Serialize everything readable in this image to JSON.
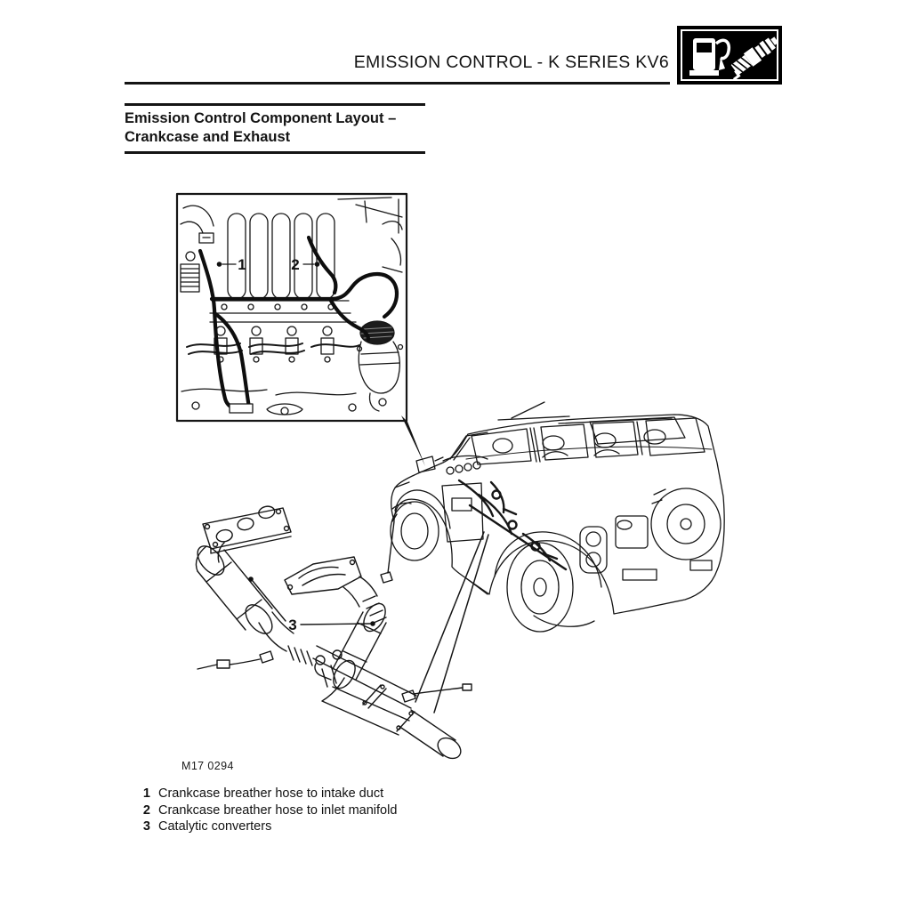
{
  "colors": {
    "paper": "#ffffff",
    "ink": "#141414",
    "badge_bg": "#000000",
    "badge_fg": "#ffffff"
  },
  "header": {
    "title": "EMISSION CONTROL - K SERIES KV6",
    "icons": [
      "fuel-pump-icon",
      "spark-plug-icon"
    ]
  },
  "section": {
    "title_line1": "Emission Control Component Layout –",
    "title_line2": "Crankcase and Exhaust"
  },
  "figure": {
    "code": "M17 0294",
    "callouts": [
      {
        "number": "1"
      },
      {
        "number": "2"
      },
      {
        "number": "3"
      }
    ]
  },
  "legend": {
    "items": [
      {
        "number": "1",
        "text": "Crankcase breather hose to intake duct"
      },
      {
        "number": "2",
        "text": "Crankcase breather hose to inlet manifold"
      },
      {
        "number": "3",
        "text": "Catalytic converters"
      }
    ]
  }
}
